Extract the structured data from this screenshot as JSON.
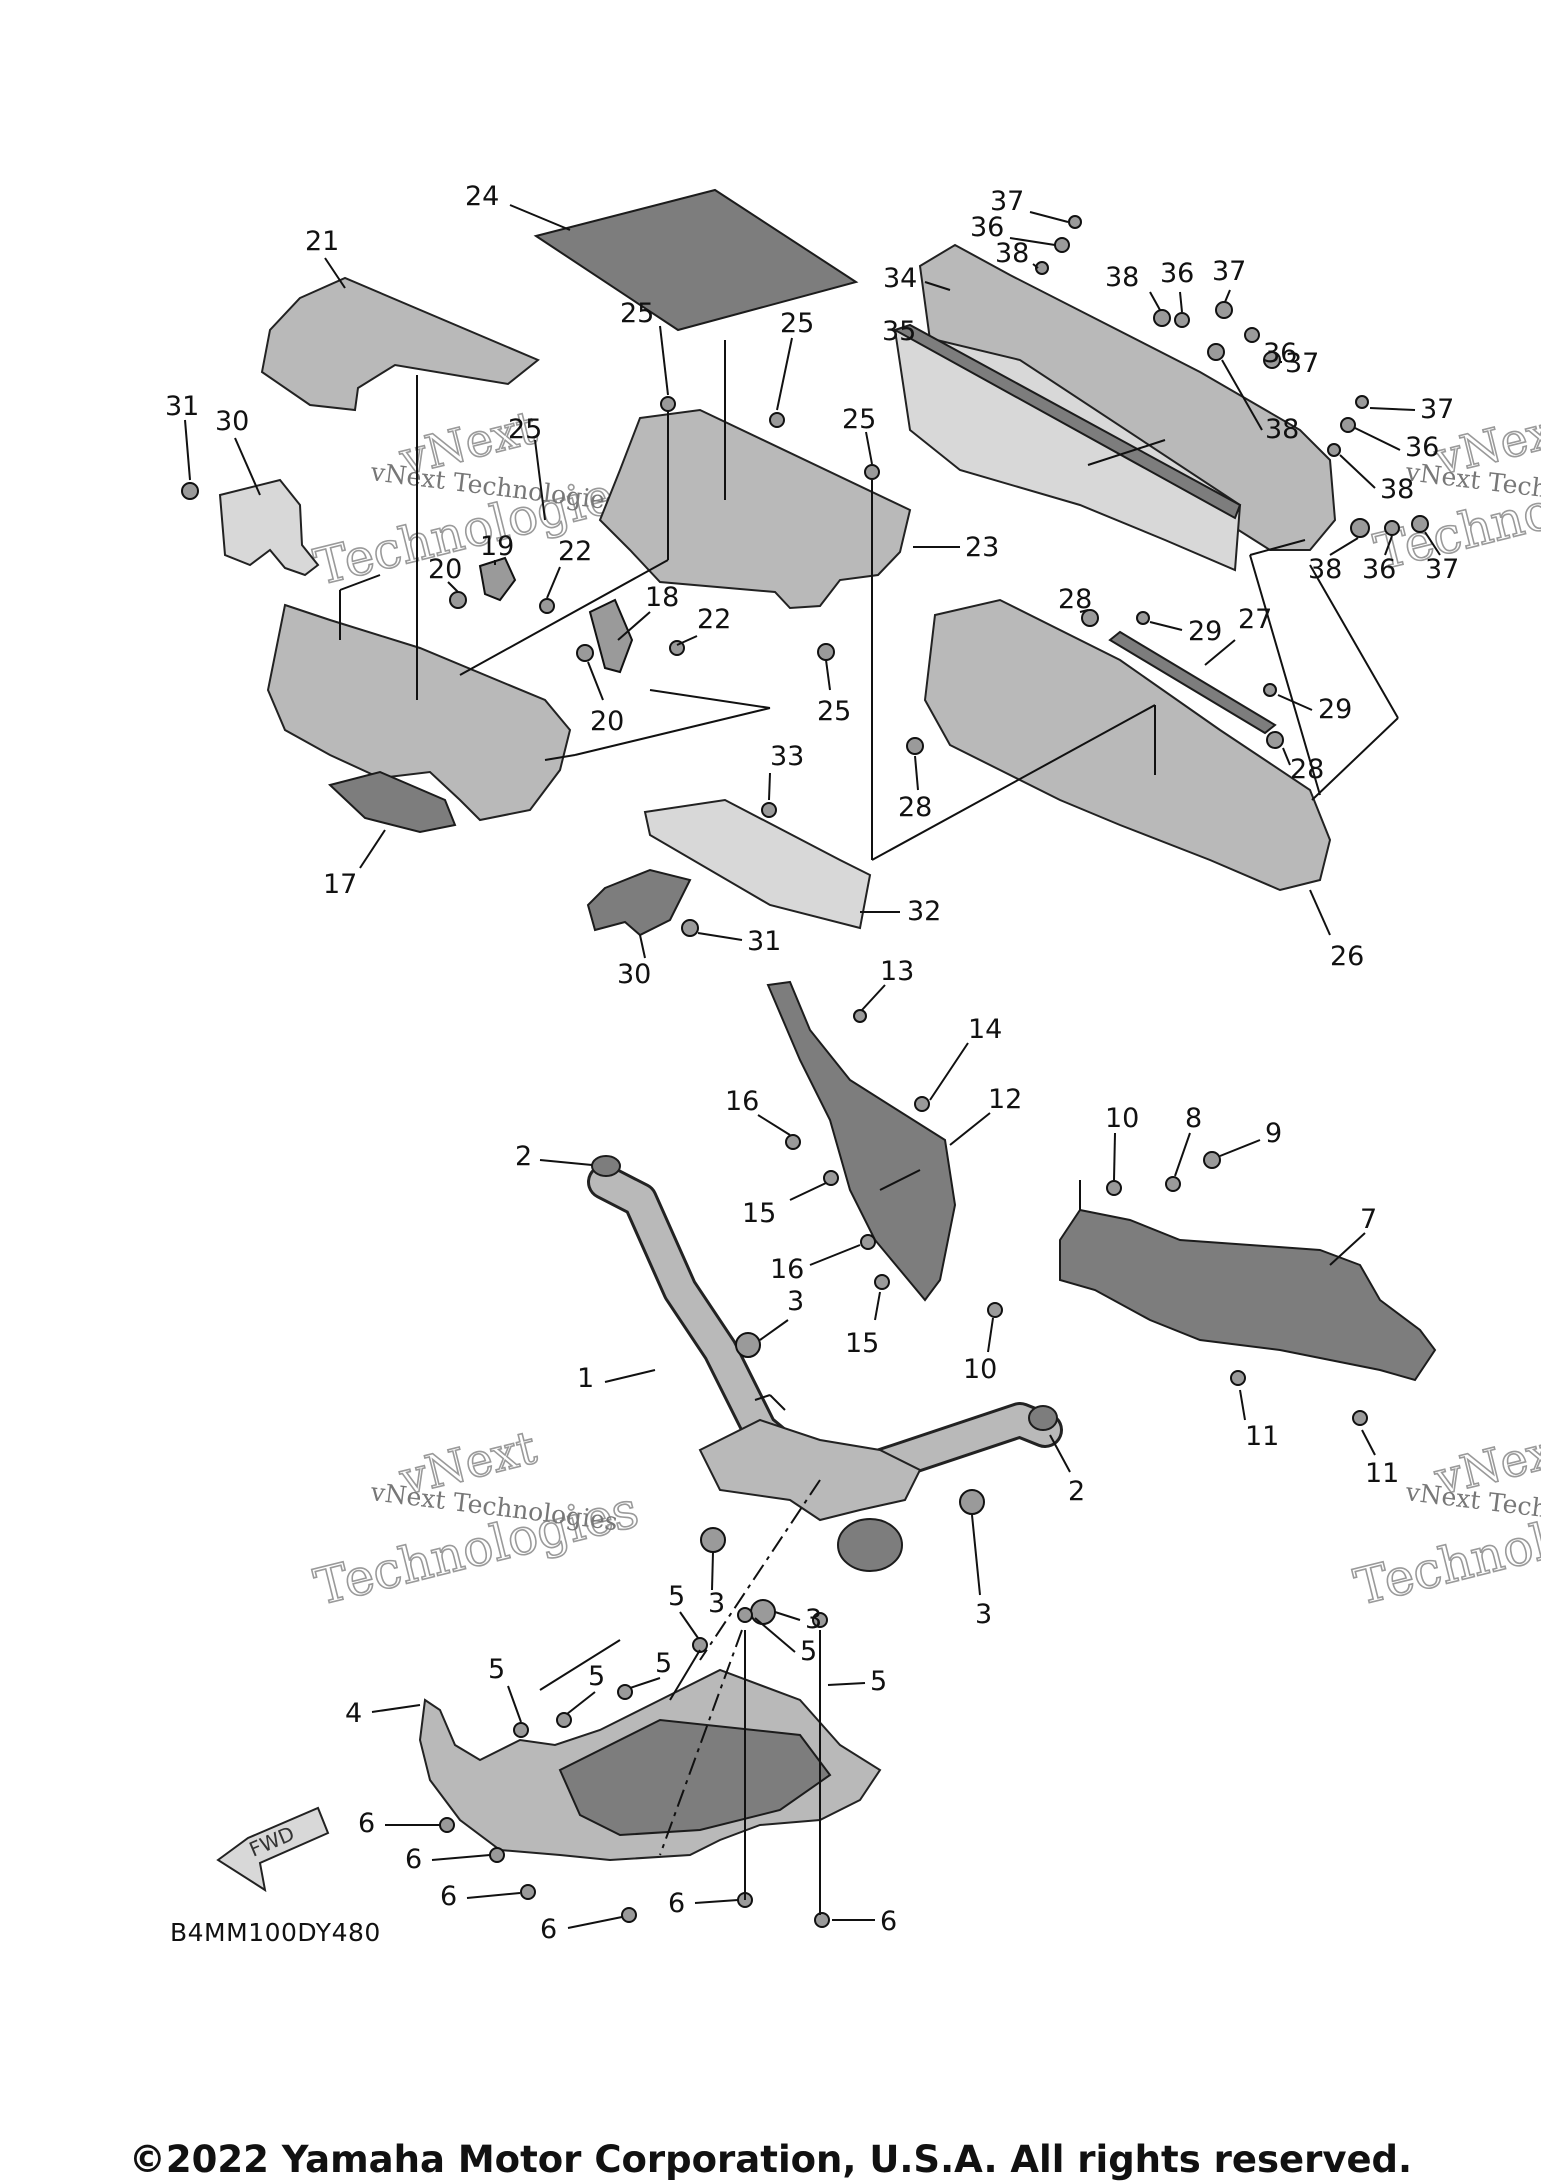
{
  "diagram_code": "B4MM100DY480",
  "copyright": "©2022 Yamaha Motor Corporation, U.S.A. All rights reserved.",
  "fwd_label": "FWD",
  "watermark": {
    "line1": "vNext",
    "line2": "Technologies",
    "small": "vNext Technologies"
  },
  "callouts": {
    "c1": "1",
    "c2a": "2",
    "c2b": "2",
    "c3a": "3",
    "c3b": "3",
    "c3c": "3",
    "c3d": "3",
    "c4": "4",
    "c5a": "5",
    "c5b": "5",
    "c5c": "5",
    "c5d": "5",
    "c5e": "5",
    "c5f": "5",
    "c6a": "6",
    "c6b": "6",
    "c6c": "6",
    "c6d": "6",
    "c6e": "6",
    "c6f": "6",
    "c7": "7",
    "c8": "8",
    "c9": "9",
    "c10a": "10",
    "c10b": "10",
    "c11a": "11",
    "c11b": "11",
    "c12": "12",
    "c13": "13",
    "c14": "14",
    "c15a": "15",
    "c15b": "15",
    "c16a": "16",
    "c16b": "16",
    "c17": "17",
    "c18": "18",
    "c19": "19",
    "c20a": "20",
    "c20b": "20",
    "c21": "21",
    "c22a": "22",
    "c22b": "22",
    "c23": "23",
    "c24": "24",
    "c25a": "25",
    "c25b": "25",
    "c25c": "25",
    "c25d": "25",
    "c25e": "25",
    "c26": "26",
    "c27": "27",
    "c28a": "28",
    "c28b": "28",
    "c28c": "28",
    "c29a": "29",
    "c29b": "29",
    "c30a": "30",
    "c30b": "30",
    "c31a": "31",
    "c31b": "31",
    "c32": "32",
    "c33": "33",
    "c34": "34",
    "c35": "35",
    "c36a": "36",
    "c36b": "36",
    "c36c": "36",
    "c36d": "36",
    "c36e": "36",
    "c37a": "37",
    "c37b": "37",
    "c37c": "37",
    "c37d": "37",
    "c37e": "37",
    "c38a": "38",
    "c38b": "38",
    "c38c": "38",
    "c38d": "38",
    "c38e": "38"
  }
}
